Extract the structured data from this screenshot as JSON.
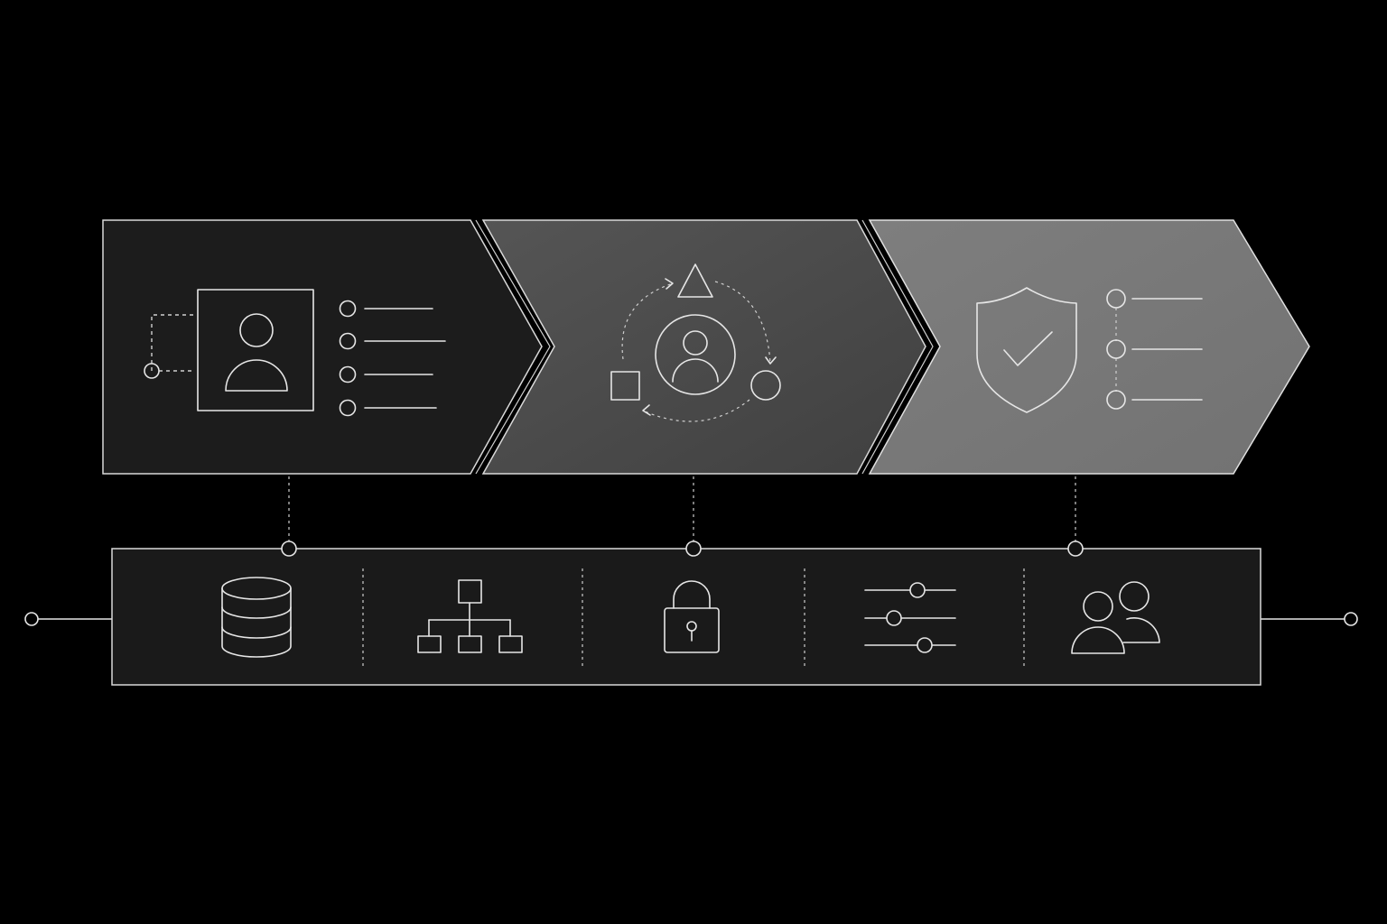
{
  "diagram": {
    "stages": [
      {
        "id": "identity",
        "icon": "user-profile-icon",
        "fill": "#1c1c1c"
      },
      {
        "id": "lifecycle",
        "icon": "user-cycle-icon",
        "fill": "#4a4a4a"
      },
      {
        "id": "protection",
        "icon": "shield-check-icon",
        "fill": "#7a7a7a"
      }
    ],
    "foundation": {
      "fill": "#1a1a1a",
      "icons": [
        "database-icon",
        "hierarchy-icon",
        "padlock-icon",
        "sliders-icon",
        "users-icon"
      ]
    },
    "colors": {
      "background": "#000000",
      "line": "#e6e6e6"
    }
  }
}
